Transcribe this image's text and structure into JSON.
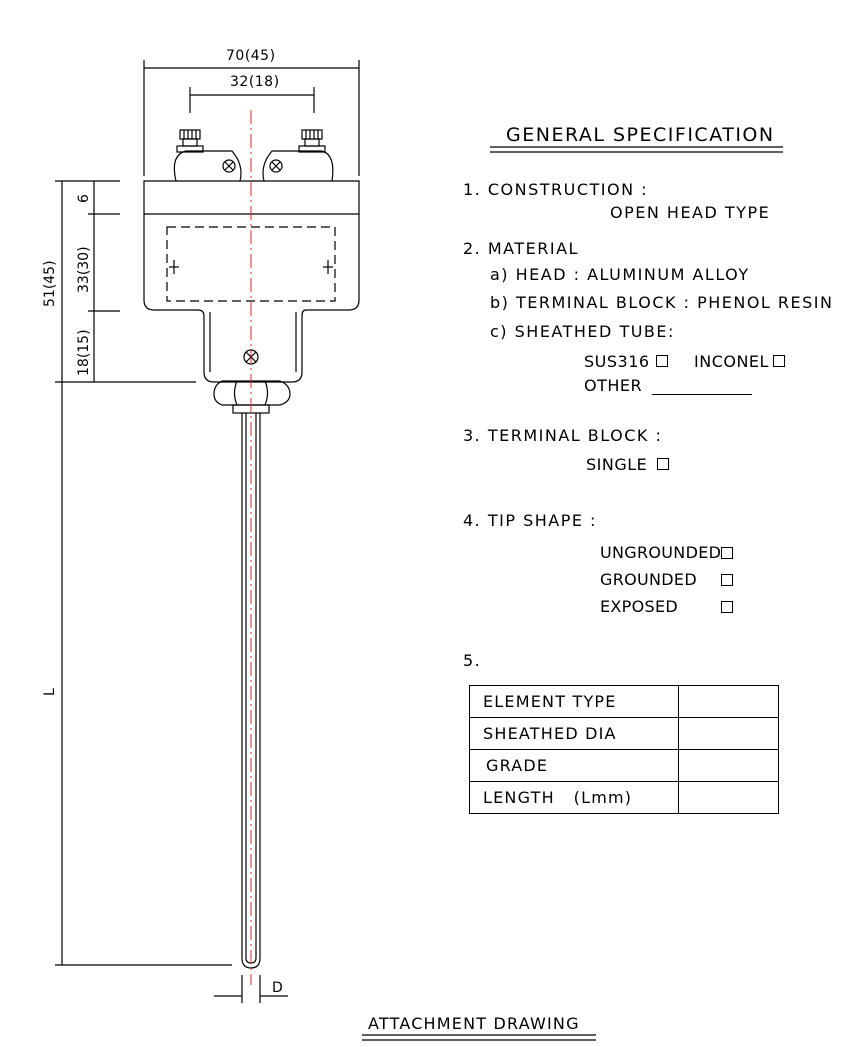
{
  "dimensions": {
    "width_outer": "70(45)",
    "width_inner": "32(18)",
    "height_total": "51(45)",
    "height_top": "6",
    "height_mid": "33(30)",
    "height_bottom": "18(15)",
    "length": "L",
    "diameter": "D"
  },
  "spec": {
    "title": "GENERAL SPECIFICATION",
    "construction_label": "1. CONSTRUCTION :",
    "construction_value": "OPEN HEAD TYPE",
    "material_label": "2. MATERIAL",
    "material_a": "a) HEAD : ALUMINUM ALLOY",
    "material_b": "b) TERMINAL BLOCK : PHENOL RESIN",
    "material_c": "c) SHEATHED TUBE:",
    "opt_sus316": "SUS316",
    "opt_inconel": "INCONEL",
    "opt_other": "OTHER",
    "terminal_label": "3. TERMINAL BLOCK :",
    "terminal_single": "SINGLE",
    "tip_label": "4. TIP SHAPE :",
    "tip_ungrounded": "UNGROUNDED",
    "tip_grounded": "GROUNDED",
    "tip_exposed": "EXPOSED",
    "item5_label": "5."
  },
  "table": {
    "rows": [
      {
        "label": "ELEMENT TYPE",
        "value": ""
      },
      {
        "label": "SHEATHED DIA",
        "value": ""
      },
      {
        "label": "GRADE",
        "value": ""
      },
      {
        "label": "LENGTH   (Lmm)",
        "value": ""
      }
    ]
  },
  "footer": {
    "caption": "ATTACHMENT DRAWING"
  }
}
